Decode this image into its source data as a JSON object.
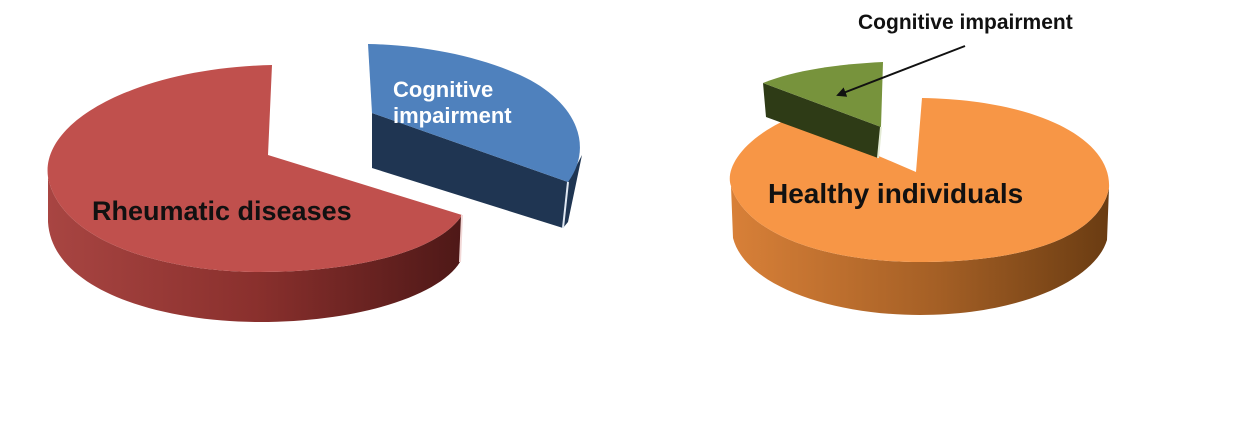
{
  "chart_data": [
    {
      "type": "pie",
      "title": "",
      "slices": [
        {
          "label": "Rheumatic diseases",
          "value": 70,
          "color": "#c0504d",
          "side_color": "#8b2f2c",
          "text_color": "#111111",
          "exploded": false
        },
        {
          "label": "Cognitive impairment",
          "value": 30,
          "color": "#4f81bd",
          "side_color": "#1f3552",
          "text_color": "#ffffff",
          "exploded": true
        }
      ]
    },
    {
      "type": "pie",
      "title": "",
      "slices": [
        {
          "label": "Healthy individuals",
          "value": 90,
          "color": "#f79646",
          "side_color": "#b3682a",
          "text_color": "#111111",
          "exploded": false
        },
        {
          "label": "Cognitive impairment",
          "value": 10,
          "color": "#77933c",
          "side_color": "#3a4a1c",
          "text_color": "#111111",
          "exploded": true
        }
      ]
    }
  ]
}
